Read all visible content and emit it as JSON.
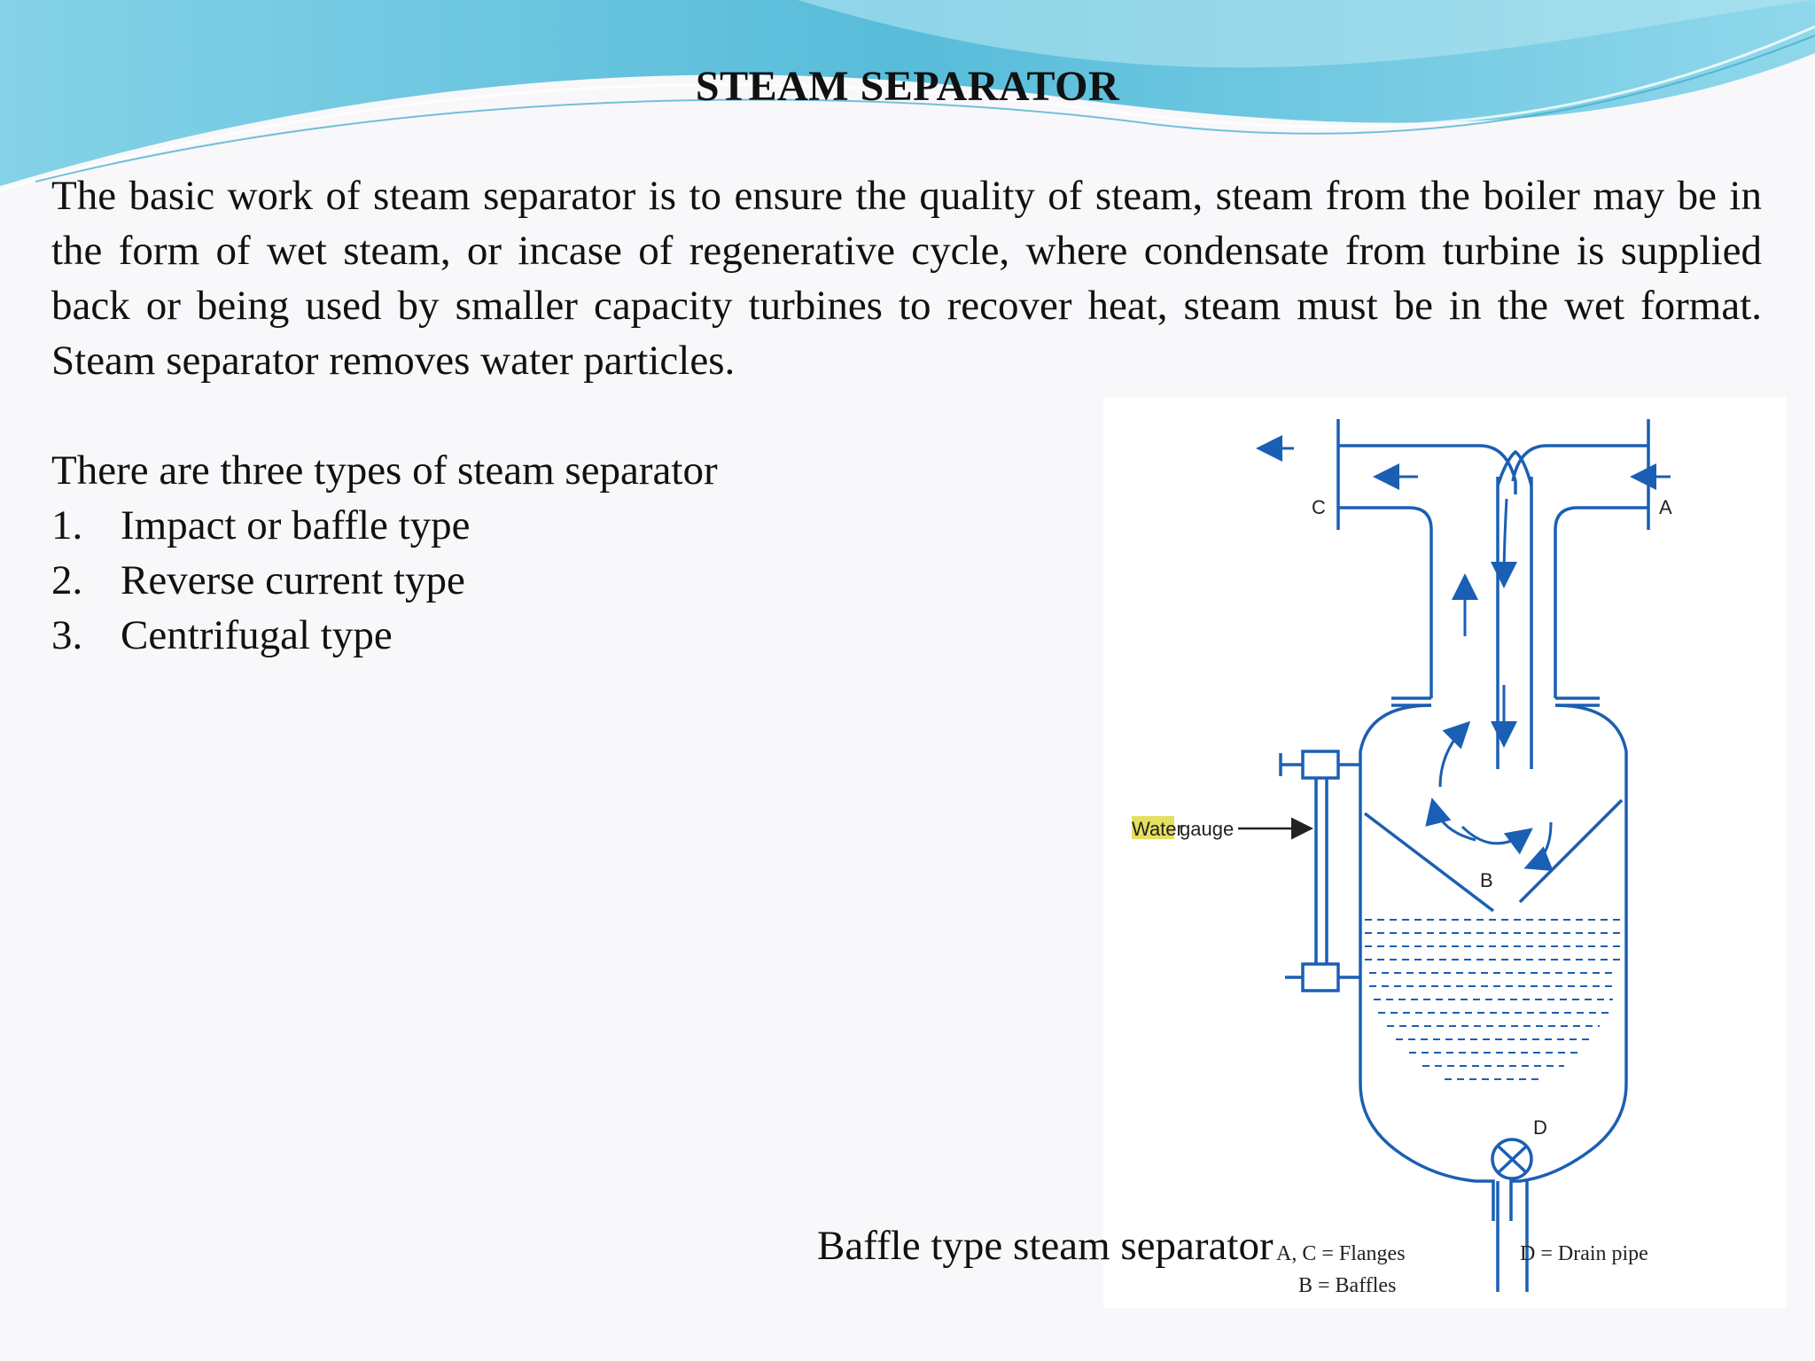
{
  "slide": {
    "title": "STEAM SEPARATOR",
    "intro": "The basic work of steam separator is to ensure the quality of steam, steam from the boiler may be in the form of wet steam, or incase of regenerative cycle, where condensate from turbine is supplied back or being used by smaller capacity turbines to recover heat, steam must be in the wet format. Steam separator removes water particles.",
    "types_heading": "There are three types of steam separator",
    "types": [
      {
        "num": "1.",
        "label": "Impact or baffle type"
      },
      {
        "num": "2.",
        "label": "Reverse current type"
      },
      {
        "num": "3.",
        "label": "Centrifugal type"
      }
    ],
    "caption": "Baffle type steam separator"
  },
  "diagram": {
    "labels": {
      "a": "A",
      "b": "B",
      "c": "C",
      "d": "D"
    },
    "water_gauge": {
      "word1": "Water",
      "word2": "gauge"
    },
    "legend": {
      "ac": "A, C = Flanges",
      "b": "B = Baffles",
      "d": "D = Drain pipe"
    }
  },
  "colors": {
    "pipe": "#1a5fb4",
    "wave_dark": "#4bbbd6",
    "wave_light": "#b4e4f0",
    "highlight": "#e5e060"
  }
}
